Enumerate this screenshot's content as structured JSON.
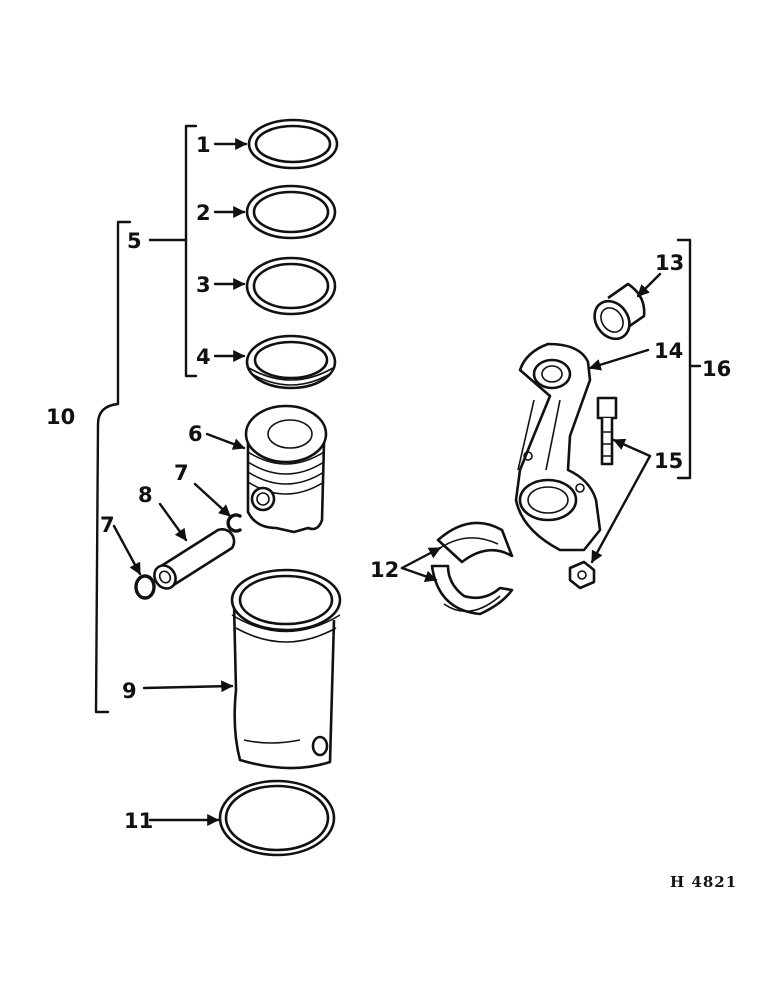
{
  "figure": {
    "number": "H 4821"
  },
  "callouts": {
    "c1": "1",
    "c2": "2",
    "c3": "3",
    "c4": "4",
    "c5": "5",
    "c6": "6",
    "c7a": "7",
    "c7b": "7",
    "c8": "8",
    "c9": "9",
    "c10": "10",
    "c11": "11",
    "c12": "12",
    "c13": "13",
    "c14": "14",
    "c15": "15",
    "c16": "16"
  },
  "parts": [
    "piston-ring-1",
    "piston-ring-2",
    "piston-ring-3",
    "piston-ring-4",
    "piston",
    "piston-pin-retainer",
    "piston-pin",
    "cylinder-sleeve",
    "sleeve-seal-ring",
    "connecting-rod-bearing-shells",
    "piston-pin-bushing",
    "connecting-rod",
    "connecting-rod-bolt-and-nut"
  ]
}
